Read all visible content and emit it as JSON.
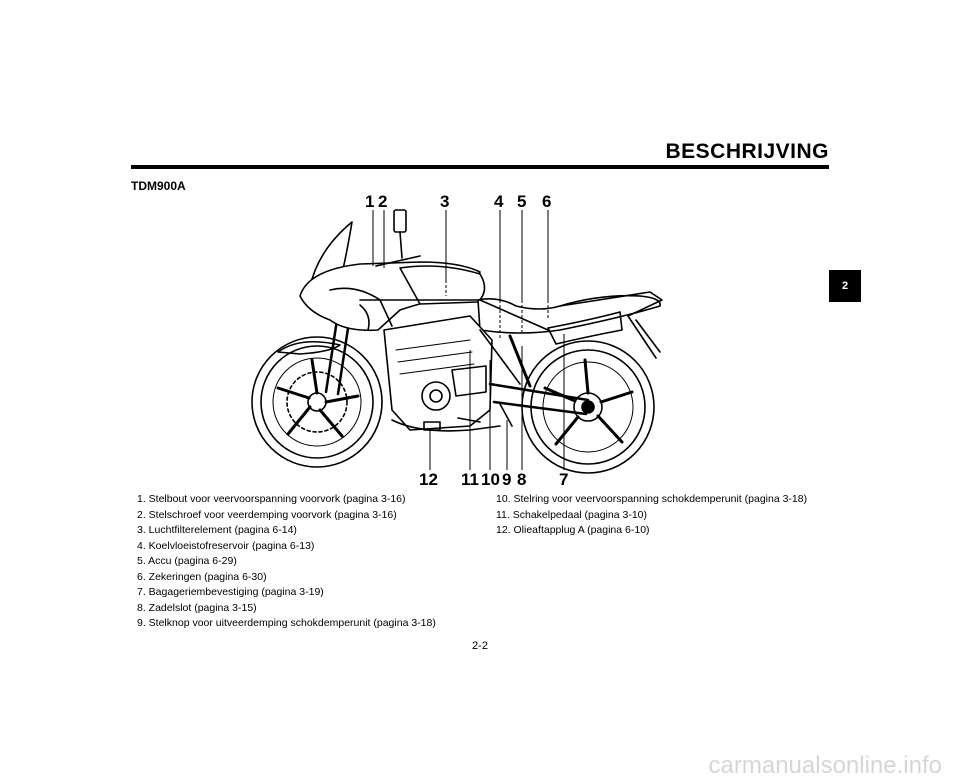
{
  "header": {
    "title": "BESCHRIJVING"
  },
  "model": "TDM900A",
  "chapter_tab": "2",
  "callouts": {
    "c1": "1",
    "c2": "2",
    "c3": "3",
    "c4": "4",
    "c5": "5",
    "c6": "6",
    "c7": "7",
    "c8": "8",
    "c9": "9",
    "c10": "10",
    "c11": "11",
    "c12": "12"
  },
  "legend": {
    "left": [
      "1. Stelbout voor veervoorspanning voorvork (pagina 3-16)",
      "2. Stelschroef voor veerdemping voorvork (pagina 3-16)",
      "3. Luchtfilterelement (pagina 6-14)",
      "4. Koelvloeistofreservoir (pagina 6-13)",
      "5. Accu (pagina 6-29)",
      "6. Zekeringen (pagina 6-30)",
      "7. Bagageriembevestiging (pagina 3-19)",
      "8. Zadelslot (pagina 3-15)",
      "9. Stelknop voor uitveerdemping schokdemperunit (pagina 3-18)"
    ],
    "right": [
      "10. Stelring voor veervoorspanning schokdemperunit (pagina 3-18)",
      "11. Schakelpedaal (pagina 3-10)",
      "12. Olieaftapplug A (pagina 6-10)"
    ]
  },
  "footer": {
    "page_number": "2-2"
  },
  "watermark": "carmanualsonline.info"
}
